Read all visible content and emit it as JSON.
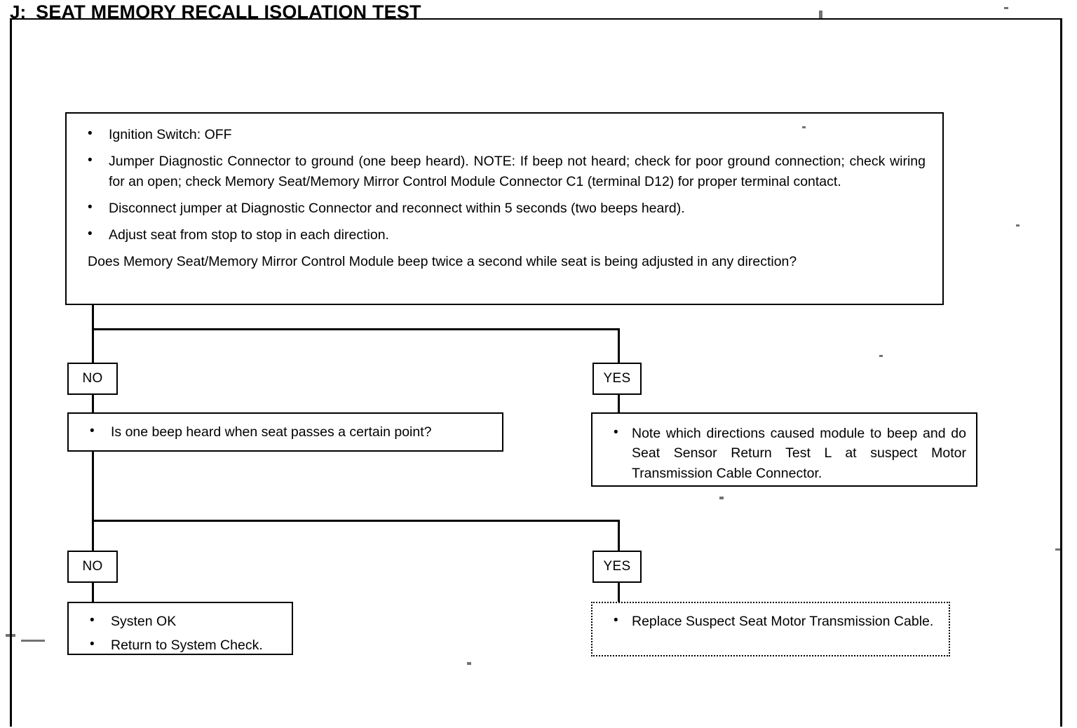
{
  "title": {
    "letter": "J:",
    "text": "SEAT MEMORY RECALL ISOLATION TEST"
  },
  "flow": {
    "step1": {
      "bullets": [
        "Ignition Switch:  OFF",
        "Jumper Diagnostic Connector to ground (one beep heard). NOTE:  If beep not heard; check for poor ground connection; check wiring for an open; check Memory Seat/Memory Mirror Control Module Connector C1 (terminal D12) for proper terminal contact.",
        "Disconnect jumper at Diagnostic Connector and reconnect within 5 seconds (two beeps heard).",
        "Adjust seat from stop to stop in each direction."
      ],
      "question": "Does Memory Seat/Memory Mirror Control Module beep twice a second while seat is being adjusted in any direction?"
    },
    "branch1": {
      "no_label": "NO",
      "yes_label": "YES"
    },
    "step2_no": {
      "bullets": [
        "Is one beep heard when seat passes a certain point?"
      ]
    },
    "step2_yes": {
      "bullets": [
        "Note which directions caused module to beep and do Seat Sensor Return Test L at suspect Motor Transmission Cable Connector."
      ]
    },
    "branch2": {
      "no_label": "NO",
      "yes_label": "YES"
    },
    "step3_no": {
      "bullets": [
        "Systen OK",
        "Return to System Check."
      ]
    },
    "step3_yes": {
      "bullets": [
        "Replace Suspect Seat Motor Transmission Cable."
      ]
    }
  },
  "colors": {
    "ink": "#000000",
    "paper": "#ffffff"
  }
}
